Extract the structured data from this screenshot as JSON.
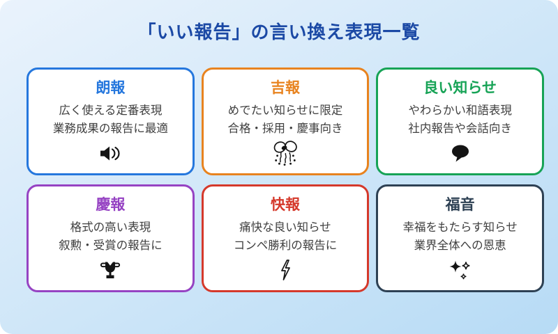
{
  "title": "「いい報告」の言い換え表現一覧",
  "colors": {
    "background_top": "#eaf3fc",
    "background_bottom": "#b7dbf5",
    "title": "#1b49a5",
    "body_text": "#3f3f3f",
    "icon": "#141414"
  },
  "cards": [
    {
      "term": "朗報",
      "line1": "広く使える定番表現",
      "line2": "業務成果の報告に最適",
      "icon": "speaker-icon",
      "color": "#2577dd"
    },
    {
      "term": "吉報",
      "line1": "めでたい知らせに限定",
      "line2": "合格・採用・慶事向き",
      "icon": "confetti-ball-icon",
      "color": "#e8831f"
    },
    {
      "term": "良い知らせ",
      "line1": "やわらかい和語表現",
      "line2": "社内報告や会話向き",
      "icon": "speech-bubble-icon",
      "color": "#17a356"
    },
    {
      "term": "慶報",
      "line1": "格式の高い表現",
      "line2": "叙勲・受賞の報告に",
      "icon": "trophy-icon",
      "color": "#9643c3"
    },
    {
      "term": "快報",
      "line1": "痛快な良い知らせ",
      "line2": "コンペ勝利の報告に",
      "icon": "lightning-icon",
      "color": "#d5392b"
    },
    {
      "term": "福音",
      "line1": "幸福をもたらす知らせ",
      "line2": "業界全体への恩恵",
      "icon": "sparkles-icon",
      "color": "#2e4154"
    }
  ]
}
